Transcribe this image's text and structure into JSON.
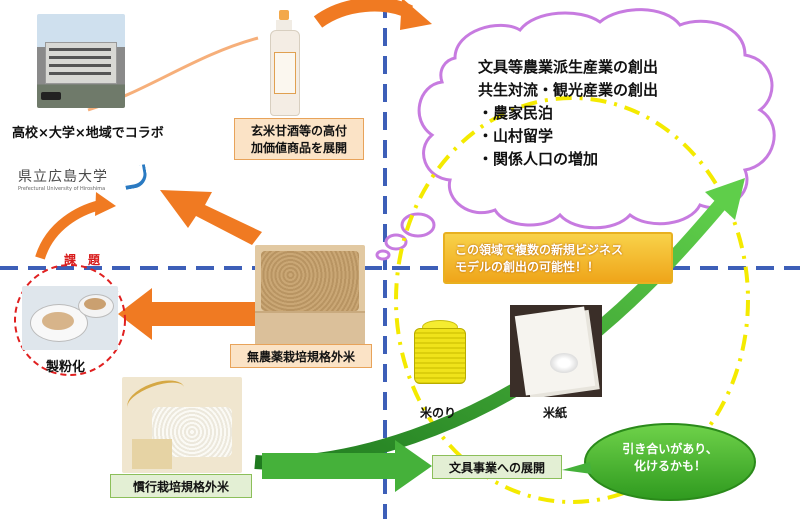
{
  "labels": {
    "collab": "高校×大学×地域でコラボ",
    "university_line1": "県立広島大学",
    "university_line2": "Prefectural University of Hiroshima",
    "genmai_line1": "玄米甘酒等の高付",
    "genmai_line2": "加価値商品を展開",
    "challenge": "課　題",
    "powder": "製粉化",
    "organic_rice": "無農薬栽培規格外米",
    "conventional_rice": "慣行栽培規格外米",
    "rice_glue": "米のり",
    "rice_paper": "米紙",
    "stationery": "文具事業への展開",
    "possibility_line1": "この領域で複数の新規ビジネス",
    "possibility_line2": "モデルの創出の可能性！！",
    "inquiry_line1": "引き合いがあり、",
    "inquiry_line2": "化けるかも！"
  },
  "cloud": {
    "lines": [
      "文具等農業派生産業の創出",
      "共生対流・観光産業の創出",
      "・農家民泊",
      "・山村留学",
      "・関係人口の増加"
    ]
  },
  "colors": {
    "orange_arrow": "#f07a22",
    "green_arrow": "#3aa83a",
    "dashed_axis": "#3d5fb8",
    "ellipse": "#f4ea00",
    "cloud_stroke": "#c77be0",
    "challenge_circle": "#e02020",
    "green_bubble": "#4cbb2a"
  }
}
